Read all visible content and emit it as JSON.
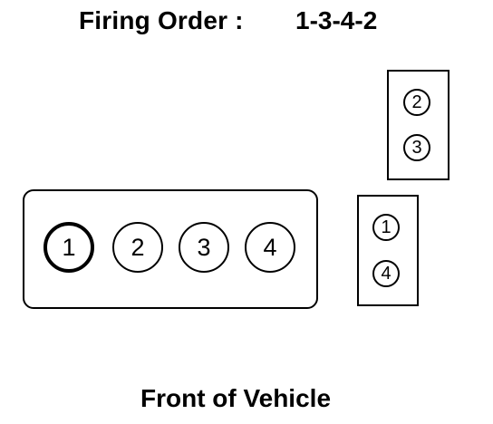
{
  "title": {
    "label": "Firing Order :",
    "value": "1-3-4-2"
  },
  "engine_block": {
    "cylinders": [
      "1",
      "2",
      "3",
      "4"
    ]
  },
  "coil_pack_upper": {
    "cylinders": [
      "2",
      "3"
    ]
  },
  "coil_pack_lower": {
    "cylinders": [
      "1",
      "4"
    ]
  },
  "footer": {
    "label": "Front of Vehicle"
  }
}
